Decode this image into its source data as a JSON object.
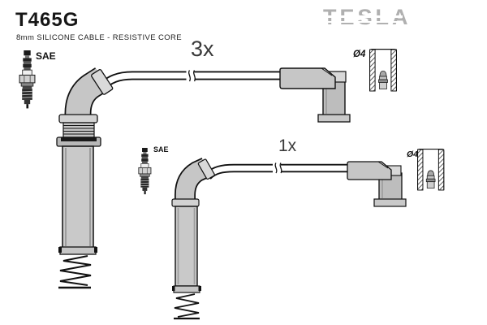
{
  "header": {
    "part_number": "T465G",
    "subtitle": "8mm SILICONE CABLE - RESISTIVE CORE",
    "brand_logo": "TESLA"
  },
  "groups": [
    {
      "quantity": "3x",
      "plug_label": "SAE",
      "terminal_label": "Ø4"
    },
    {
      "quantity": "1x",
      "plug_label": "SAE",
      "terminal_label": "Ø4"
    }
  ],
  "colors": {
    "brand_gray": "#b0b0b0",
    "boot_fill": "#c6c6c6",
    "outline": "#111111"
  }
}
